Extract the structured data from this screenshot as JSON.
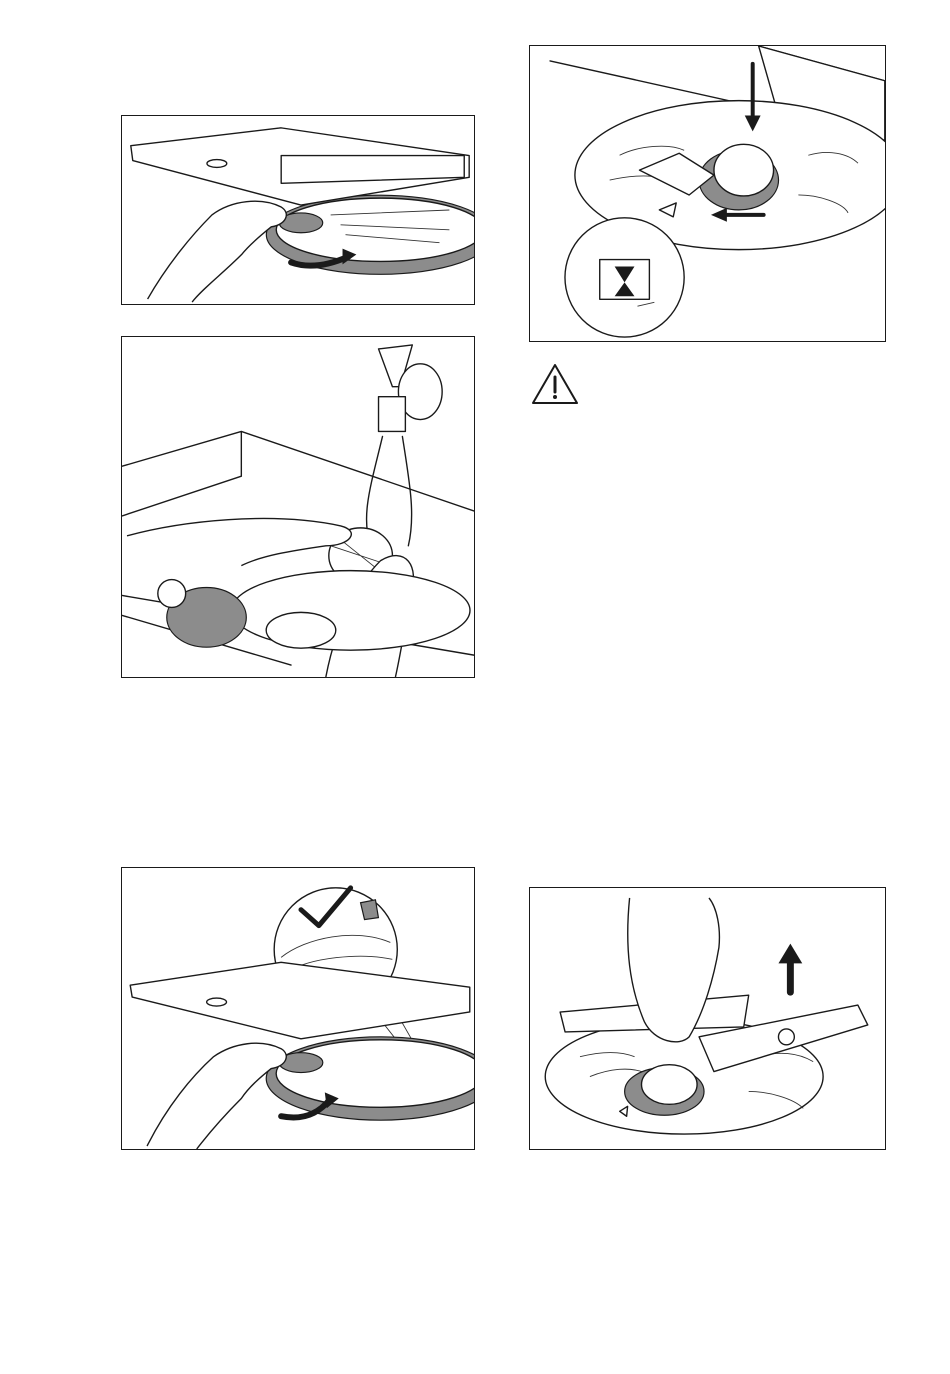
{
  "figures": [
    {
      "id": "fig-remove-spray-arm",
      "icons": [
        "hand-icon",
        "rotate-arrow-icon"
      ]
    },
    {
      "id": "fig-rinse-filters",
      "icons": [
        "tap-icon",
        "water-stream-icon",
        "filter-icon"
      ]
    },
    {
      "id": "fig-reinstall-spray-arm",
      "icons": [
        "checkmark-icon",
        "magnifier-detail-icon",
        "rotate-arrow-icon"
      ]
    },
    {
      "id": "fig-lock-filter",
      "icons": [
        "down-arrow-icon",
        "left-arrow-icon",
        "lock-detail-icon"
      ]
    },
    {
      "id": "fig-pull-up-spray-arm",
      "icons": [
        "up-arrow-icon",
        "hand-icon"
      ]
    }
  ],
  "warning": {
    "icon": "warning-triangle-icon",
    "symbol": "!"
  },
  "colors": {
    "line": "#1a1a1a",
    "fill_gray": "#8c8c8c",
    "background": "#ffffff"
  }
}
